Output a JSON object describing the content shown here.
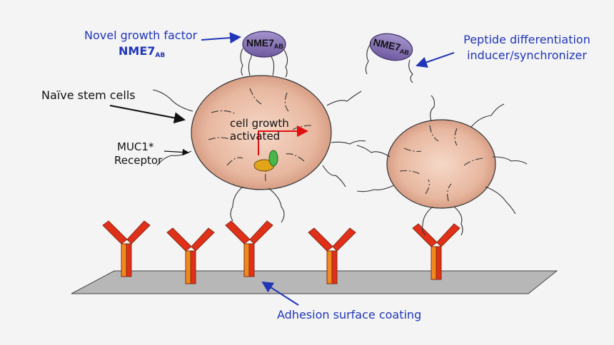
{
  "labels": {
    "novel_growth_factor": "Novel growth factor",
    "nme7_main": "NME7",
    "nme7_sub": "AB",
    "naive_stem_cells": "Naïve stem cells",
    "muc1_line1": "MUC1*",
    "muc1_line2": "Receptor",
    "cell_growth_line1": "cell growth",
    "cell_growth_line2": "activated",
    "peptide_line1": "Peptide differentiation",
    "peptide_line2": "inducer/synchronizer",
    "adhesion": "Adhesion surface coating"
  },
  "protein_left": {
    "main": "NME7",
    "sub": "AB"
  },
  "protein_right": {
    "main": "NME7",
    "sub": "AB"
  },
  "colors": {
    "background": "#f4f4f4",
    "label_blue": "#2035b8",
    "nme7_fill": "#8a76b8",
    "cell_fill_center": "#f6d8c8",
    "cell_fill_edge": "#d59a82",
    "antibody_red": "#e0301a",
    "antibody_orange": "#f08a1e",
    "surface_gray": "#b7b7b7",
    "growth_arrow": "#e01010",
    "organelle_yellow": "#e0a51a",
    "organelle_green": "#4ab54a"
  }
}
